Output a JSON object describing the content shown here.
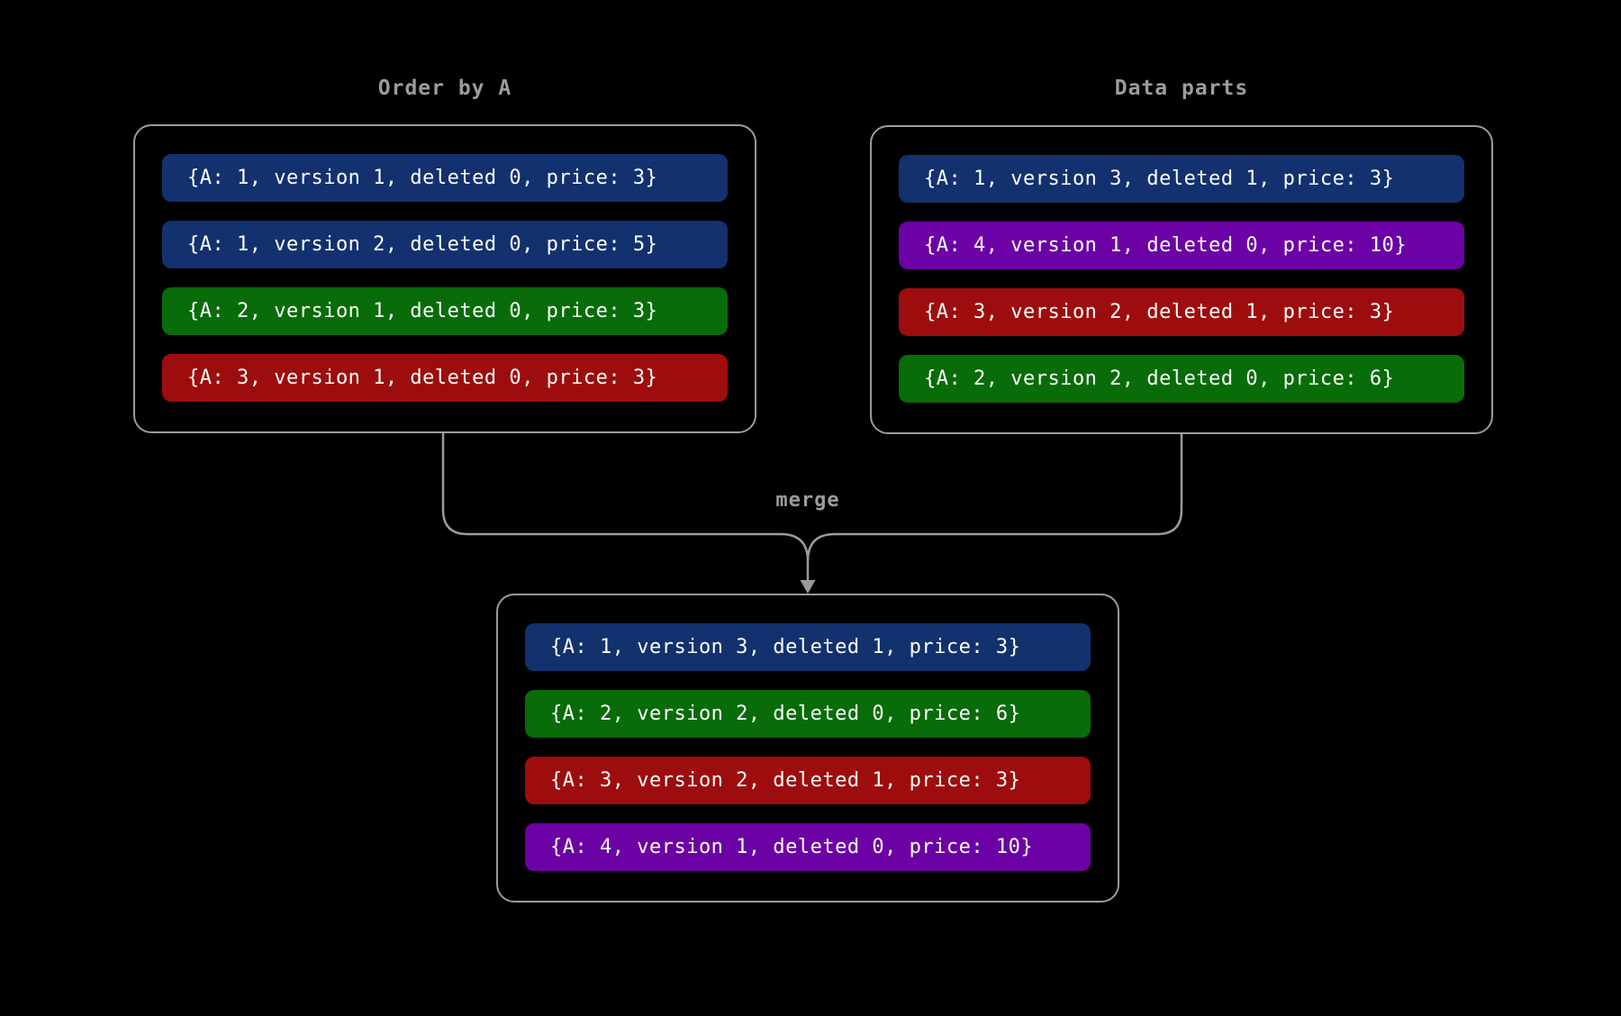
{
  "colors": {
    "background": "#000000",
    "panel_border": "#9b9b9b",
    "title_text": "#9c9c9c",
    "row_text": "#ffffff",
    "connector": "#9b9b9b",
    "blue": "#12316e",
    "green": "#086c08",
    "red": "#9e0d0d",
    "purple": "#6c02a5"
  },
  "left_panel": {
    "title": "Order by A",
    "rows": [
      {
        "color": "blue",
        "text": "{A: 1, version 1, deleted 0, price: 3}"
      },
      {
        "color": "blue",
        "text": "{A: 1, version 2, deleted 0, price: 5}"
      },
      {
        "color": "green",
        "text": "{A: 2, version 1, deleted 0, price: 3}"
      },
      {
        "color": "red",
        "text": "{A: 3, version 1, deleted 0, price: 3}"
      }
    ]
  },
  "right_panel": {
    "title": "Data parts",
    "rows": [
      {
        "color": "blue",
        "text": "{A: 1, version 3, deleted 1, price: 3}"
      },
      {
        "color": "purple",
        "text": "{A: 4, version 1, deleted 0, price: 10}"
      },
      {
        "color": "red",
        "text": "{A: 3, version 2, deleted 1, price: 3}"
      },
      {
        "color": "green",
        "text": "{A: 2, version 2, deleted 0, price: 6}"
      }
    ]
  },
  "merge": {
    "label": "merge"
  },
  "result_panel": {
    "rows": [
      {
        "color": "blue",
        "text": "{A: 1, version 3, deleted 1, price: 3}"
      },
      {
        "color": "green",
        "text": "{A: 2, version 2, deleted 0, price: 6}"
      },
      {
        "color": "red",
        "text": "{A: 3, version 2, deleted 1, price: 3}"
      },
      {
        "color": "purple",
        "text": "{A: 4, version 1, deleted 0, price: 10}"
      }
    ]
  }
}
